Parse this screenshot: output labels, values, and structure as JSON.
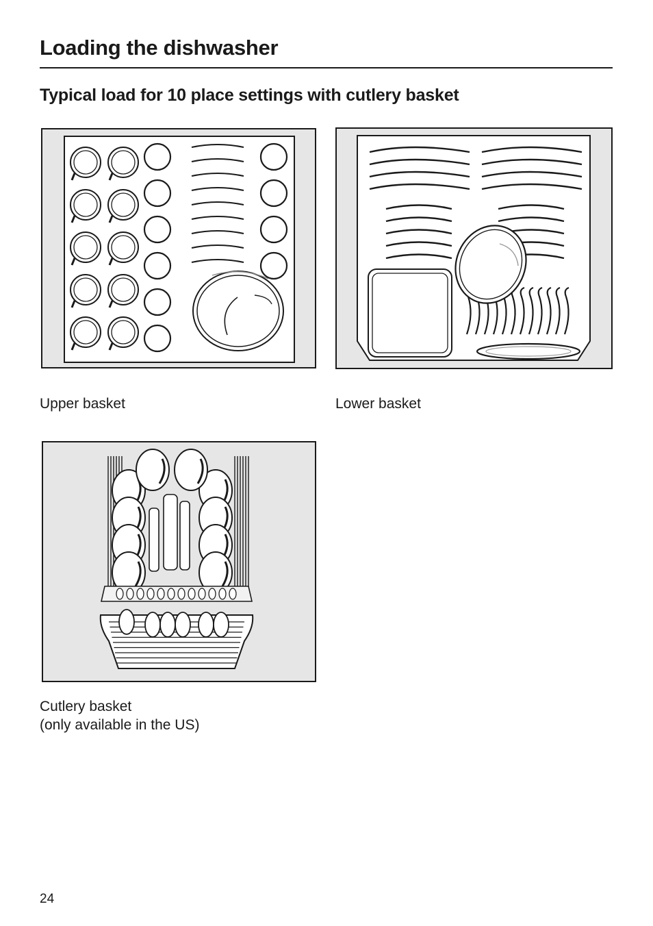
{
  "page": {
    "section_title": "Loading the dishwasher",
    "subheading": "Typical load for 10 place settings with cutlery basket",
    "page_number": "24"
  },
  "figures": {
    "upper": {
      "caption": "Upper basket"
    },
    "lower": {
      "caption": "Lower basket"
    },
    "cutlery": {
      "caption_line1": "Cutlery basket",
      "caption_line2": "(only available in the US)"
    }
  },
  "colors": {
    "ink": "#1a1a1a",
    "figure_background": "#e6e6e6",
    "paper": "#ffffff"
  }
}
